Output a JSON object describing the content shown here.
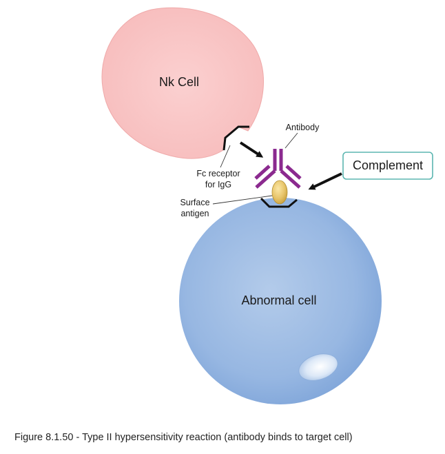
{
  "diagram": {
    "nk_cell_label": "Nk Cell",
    "abnormal_cell_label": "Abnormal cell",
    "antibody_label": "Antibody",
    "fc_receptor_label_line1": "Fc receptor",
    "fc_receptor_label_line2": "for IgG",
    "surface_antigen_label_line1": "Surface",
    "surface_antigen_label_line2": "antigen",
    "complement_label": "Complement"
  },
  "caption": "Figure 8.1.50 - Type II hypersensitivity reaction (antibody binds to target cell)",
  "colors": {
    "nk_cell": "#f9c4c4",
    "abnormal_cell": "#8fb2df",
    "antibody": "#8b2a8f",
    "antigen": "#e6c56a",
    "complement_border": "#5bb6b0"
  }
}
